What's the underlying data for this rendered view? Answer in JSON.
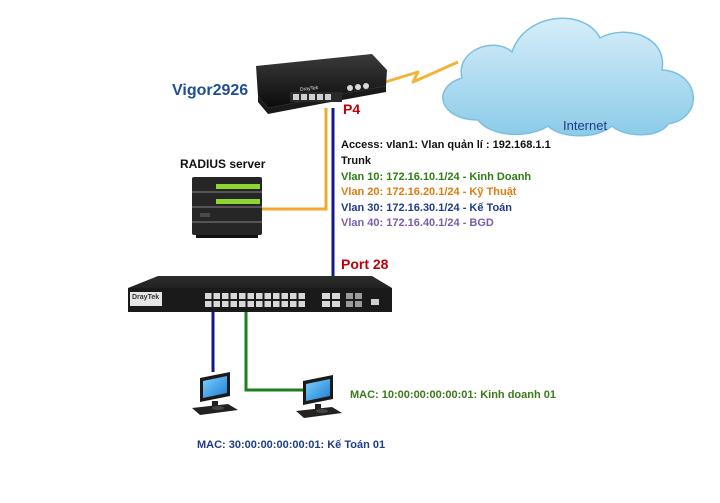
{
  "router": {
    "name": "Vigor2926",
    "port_label": "P4",
    "brand_text": "DrayTek"
  },
  "cloud": {
    "label": "Internet"
  },
  "radius": {
    "label": "RADIUS server"
  },
  "trunk_info": {
    "access_line": "Access: vlan1: Vlan quản lí : 192.168.1.1",
    "trunk_label": "Trunk",
    "vlans": [
      {
        "text": "Vlan 10: 172.16.10.1/24 - Kinh Doanh",
        "color": "#2e7d14"
      },
      {
        "text": "Vlan 20: 172.16.20.1/24 - Kỹ Thuật",
        "color": "#e07b12"
      },
      {
        "text": "Vlan 30: 172.16.30.1/24 - Kế Toán",
        "color": "#1f3c88"
      },
      {
        "text": "Vlan 40: 172.16.40.1/24 - BGD",
        "color": "#7b5ea7"
      }
    ]
  },
  "switch": {
    "port_label": "Port 28",
    "brand_text": "DrayTek"
  },
  "pc_right": {
    "mac": "MAC: 10:00:00:00:00:01: Kinh doanh 01"
  },
  "pc_left": {
    "mac": "MAC: 30:00:00:00:00:01: Kế Toán 01"
  },
  "colors": {
    "trunk_wire": "#101a8c",
    "wan_wire": "#f2a82c",
    "radius_wire": "#f2a82c",
    "pc_left_wire": "#101a8c",
    "pc_right_wire": "#1e7d1e",
    "router_name": "#1f4e96",
    "port_red": "#c0000a",
    "mac_green": "#3a7a1a",
    "mac_blue": "#1f3c88"
  }
}
